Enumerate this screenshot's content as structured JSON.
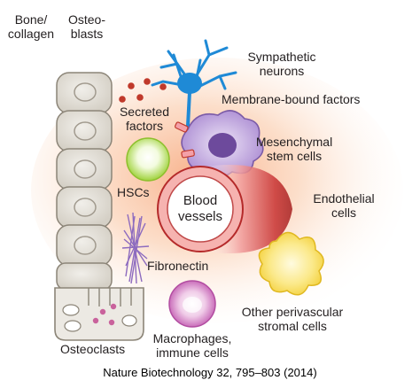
{
  "labels": {
    "bone_collagen": [
      "Bone/",
      "collagen"
    ],
    "osteoblasts": [
      "Osteo-",
      "blasts"
    ],
    "sympathetic_neurons": [
      "Sympathetic",
      "neurons"
    ],
    "membrane_bound_factors": "Membrane-bound factors",
    "secreted_factors": [
      "Secreted",
      "factors"
    ],
    "mesenchymal_stem_cells": [
      "Mesenchymal",
      "stem cells"
    ],
    "hscs": "HSCs",
    "blood_vessels": [
      "Blood",
      "vessels"
    ],
    "endothelial_cells": [
      "Endothelial",
      "cells"
    ],
    "fibronectin": "Fibronectin",
    "other_perivascular": [
      "Other perivascular",
      "stromal cells"
    ],
    "osteoclasts": "Osteoclasts",
    "macrophages": [
      "Macrophages,",
      "immune cells"
    ]
  },
  "citation": "Nature Biotechnology 32, 795–803 (2014)",
  "colors": {
    "bone_cell_fill": "#dcd8d0",
    "bone_cell_stroke": "#8c8578",
    "niche_glow": "#f7a87d",
    "neuron": "#1f8ad6",
    "msc": "#b79ad9",
    "hsc": "#a6d94a",
    "vessel_wall": "#b52a2a",
    "fibronectin": "#8d6bbf",
    "stromal": "#f6d94e",
    "macrophage": "#c75fb7",
    "secreted_dots": "#c0392b"
  },
  "icons": [
    "bone-cell-column",
    "osteoclast-cell",
    "secreted-factor-dots",
    "sympathetic-neuron",
    "membrane-bound-factor-marks",
    "mesenchymal-stem-cell",
    "hsc-cell",
    "blood-vessel",
    "fibronectin-fibers",
    "stromal-cell",
    "macrophage-cell"
  ]
}
